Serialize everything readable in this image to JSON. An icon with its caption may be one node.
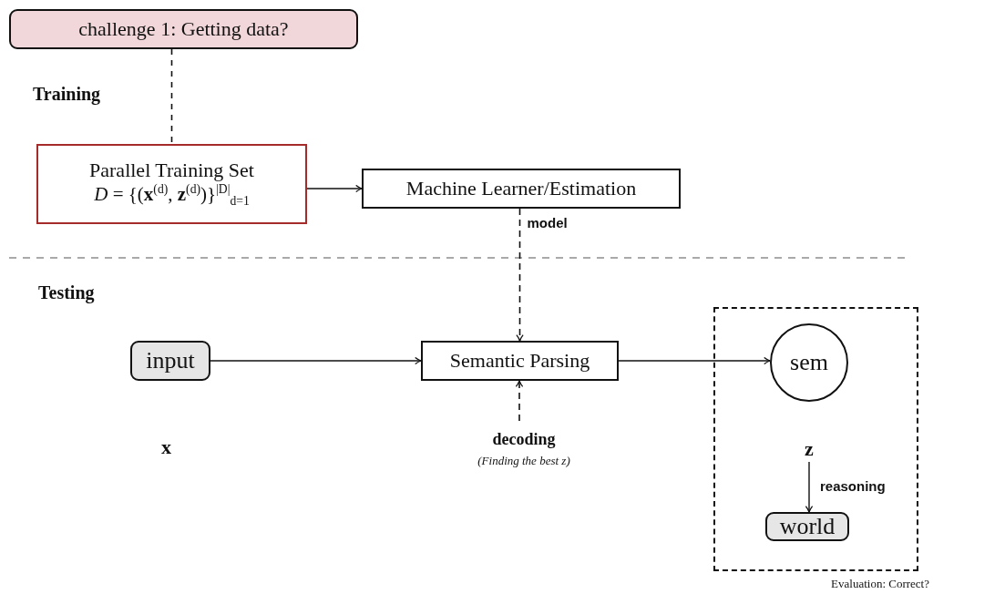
{
  "diagram": {
    "nodes": [
      {
        "text": [
          "challenge 1: Getting data?"
        ]
      },
      {
        "text": [
          "Parallel Training Set",
          "*D* = {(**x**$^{(d)}$, **z**$^{(d)}$)}$^{|D|}$$_{d=1}$"
        ]
      },
      {
        "text": [
          "Machine Learner/Estimation"
        ]
      },
      {
        "text": [
          "input"
        ]
      },
      {
        "text": [
          "Semantic Parsing"
        ]
      },
      {
        "text": [
          "decoding",
          "(Finding the best z)"
        ]
      },
      {
        "text": [],
        "shape": "box",
        "beside": [
          "Evaluation: Correct?"
        ]
      },
      {
        "text": [
          "sem"
        ],
        "in": 6
      },
      {
        "text": [
          "z"
        ],
        "in": 6
      },
      {
        "text": [
          "world"
        ],
        "in": 6
      }
    ],
    "edges": [
      {
        "from": 0,
        "to": 1,
        "arrow": "none",
        "style": "dashed"
      },
      {
        "from": 1,
        "to": 2,
        "arrow": "to"
      },
      {
        "from": 2,
        "to": 4,
        "arrow": "to",
        "style": "dashed",
        "label": "model"
      },
      {
        "from": 3,
        "to": 4,
        "arrow": "to"
      },
      {
        "from": 4,
        "to": 7,
        "arrow": "to"
      },
      {
        "from": 5,
        "to": 4,
        "arrow": "to",
        "style": "dashed"
      },
      {
        "from": 8,
        "to": 9,
        "arrow": "to",
        "label": "reasoning"
      }
    ],
    "labels": [
      "Training",
      "Testing",
      "x"
    ]
  }
}
